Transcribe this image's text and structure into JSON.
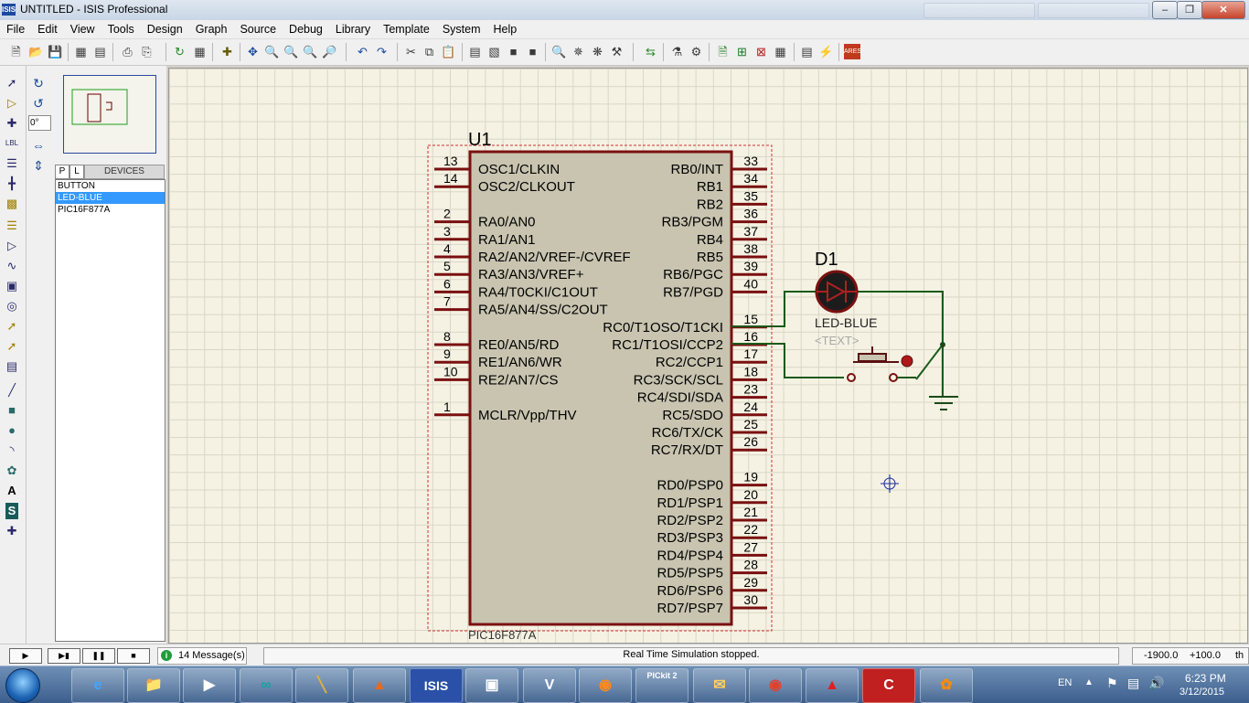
{
  "window": {
    "icon_text": "ISIS",
    "title": "UNTITLED - ISIS Professional",
    "min_icon": "minimize-icon",
    "max_icon": "maximize-icon",
    "close_icon": "close-icon"
  },
  "menu": [
    "File",
    "Edit",
    "View",
    "Tools",
    "Design",
    "Graph",
    "Source",
    "Debug",
    "Library",
    "Template",
    "System",
    "Help"
  ],
  "left_panel": {
    "angle": "0°",
    "devices_tabs": [
      "P",
      "L"
    ],
    "devices_title": "DEVICES",
    "devices": [
      "BUTTON",
      "LED-BLUE",
      "PIC16F877A"
    ],
    "selected_device": "LED-BLUE"
  },
  "schematic": {
    "u1": {
      "ref": "U1",
      "part": "PIC16F877A",
      "left_pins": [
        {
          "num": "13",
          "name": "OSC1/CLKIN"
        },
        {
          "num": "14",
          "name": "OSC2/CLKOUT"
        },
        {
          "num": "2",
          "name": "RA0/AN0"
        },
        {
          "num": "3",
          "name": "RA1/AN1"
        },
        {
          "num": "4",
          "name": "RA2/AN2/VREF-/CVREF"
        },
        {
          "num": "5",
          "name": "RA3/AN3/VREF+"
        },
        {
          "num": "6",
          "name": "RA4/T0CKI/C1OUT"
        },
        {
          "num": "7",
          "name": "RA5/AN4/SS/C2OUT"
        },
        {
          "num": "8",
          "name": "RE0/AN5/RD"
        },
        {
          "num": "9",
          "name": "RE1/AN6/WR"
        },
        {
          "num": "10",
          "name": "RE2/AN7/CS"
        },
        {
          "num": "1",
          "name": "MCLR/Vpp/THV"
        }
      ],
      "right_pins": [
        {
          "num": "33",
          "name": "RB0/INT"
        },
        {
          "num": "34",
          "name": "RB1"
        },
        {
          "num": "35",
          "name": "RB2"
        },
        {
          "num": "36",
          "name": "RB3/PGM"
        },
        {
          "num": "37",
          "name": "RB4"
        },
        {
          "num": "38",
          "name": "RB5"
        },
        {
          "num": "39",
          "name": "RB6/PGC"
        },
        {
          "num": "40",
          "name": "RB7/PGD"
        },
        {
          "num": "15",
          "name": "RC0/T1OSO/T1CKI"
        },
        {
          "num": "16",
          "name": "RC1/T1OSI/CCP2"
        },
        {
          "num": "17",
          "name": "RC2/CCP1"
        },
        {
          "num": "18",
          "name": "RC3/SCK/SCL"
        },
        {
          "num": "23",
          "name": "RC4/SDI/SDA"
        },
        {
          "num": "24",
          "name": "RC5/SDO"
        },
        {
          "num": "25",
          "name": "RC6/TX/CK"
        },
        {
          "num": "26",
          "name": "RC7/RX/DT"
        },
        {
          "num": "19",
          "name": "RD0/PSP0"
        },
        {
          "num": "20",
          "name": "RD1/PSP1"
        },
        {
          "num": "21",
          "name": "RD2/PSP2"
        },
        {
          "num": "22",
          "name": "RD3/PSP3"
        },
        {
          "num": "27",
          "name": "RD4/PSP4"
        },
        {
          "num": "28",
          "name": "RD5/PSP5"
        },
        {
          "num": "29",
          "name": "RD6/PSP6"
        },
        {
          "num": "30",
          "name": "RD7/PSP7"
        }
      ]
    },
    "d1": {
      "ref": "D1",
      "part": "LED-BLUE",
      "text": "<TEXT>"
    }
  },
  "status": {
    "sim_buttons": [
      "play",
      "step",
      "pause",
      "stop"
    ],
    "messages": "14 Message(s)",
    "text": "Real Time Simulation stopped.",
    "coord_x": "-1900.0",
    "coord_y": "+100.0",
    "units": "th"
  },
  "taskbar": {
    "apps": [
      "ie-icon",
      "explorer-icon",
      "media-icon",
      "arduino-icon",
      "resistor-icon",
      "matlab-icon",
      "isis-icon",
      "chip-icon",
      "vs-icon",
      "firefox-icon",
      "pickit-icon",
      "outlook-icon",
      "chrome-icon",
      "pdf-icon",
      "ccs-icon",
      "avast-icon"
    ],
    "isis_label": "ISIS",
    "pickit_label": "PICkit 2",
    "ccs_label": "C",
    "lang": "EN",
    "time": "6:23 PM",
    "date": "3/12/2015"
  }
}
